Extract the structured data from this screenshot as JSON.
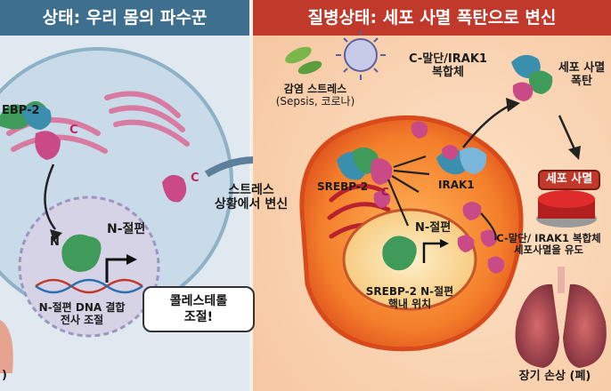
{
  "left_panel": {
    "title": "상태: 우리 몸의 파수꾼",
    "label_srebp2": "EBP-2",
    "label_c_cyto": "C",
    "label_c_outside": "C",
    "label_n": "N",
    "label_nterm": "N-절편",
    "label_dna_line1": "N-절편 DNA 결합",
    "label_dna_line2": "전사 조절",
    "callout_line1": "콜레스테롤",
    "callout_line2": "조절!",
    "label_bottom_left": ")"
  },
  "transition": {
    "line1": "스트레스",
    "line2": "상황에서 변신"
  },
  "right_panel": {
    "title": "질병상태: 세포 사멸 폭탄으로 변신",
    "infection_line1": "감염 스트레스",
    "infection_line2": "(Sepsis, 코로나)",
    "complex_line1": "C-말단/IRAK1",
    "complex_line2": "복합체",
    "death_line1": "세포 사멸",
    "death_line2": "폭탄",
    "label_srebp2": "SREBP-2",
    "label_irak1": "IRAK1",
    "label_c": "C",
    "label_nterm": "N-절편",
    "nuclear_line1": "SREBP-2 N-절편",
    "nuclear_line2": "핵내 위치",
    "button_label": "세포 사멸",
    "induce_line1": "C-말단/ IRAK1 복합체",
    "induce_line2": "세포사멸을 유도",
    "organ_label": "장기 손상 (폐)"
  },
  "colors": {
    "left_title_bg": "#3f6f8f",
    "right_title_bg": "#c0392b",
    "cell_blue": "#c9dbe8",
    "nucleus": "#d6d3e6",
    "cell_orange": "#f08a2c",
    "magenta": "#c94a86",
    "green": "#3f9b5a",
    "teal": "#3b8fae",
    "button_red": "#e02b2b"
  }
}
